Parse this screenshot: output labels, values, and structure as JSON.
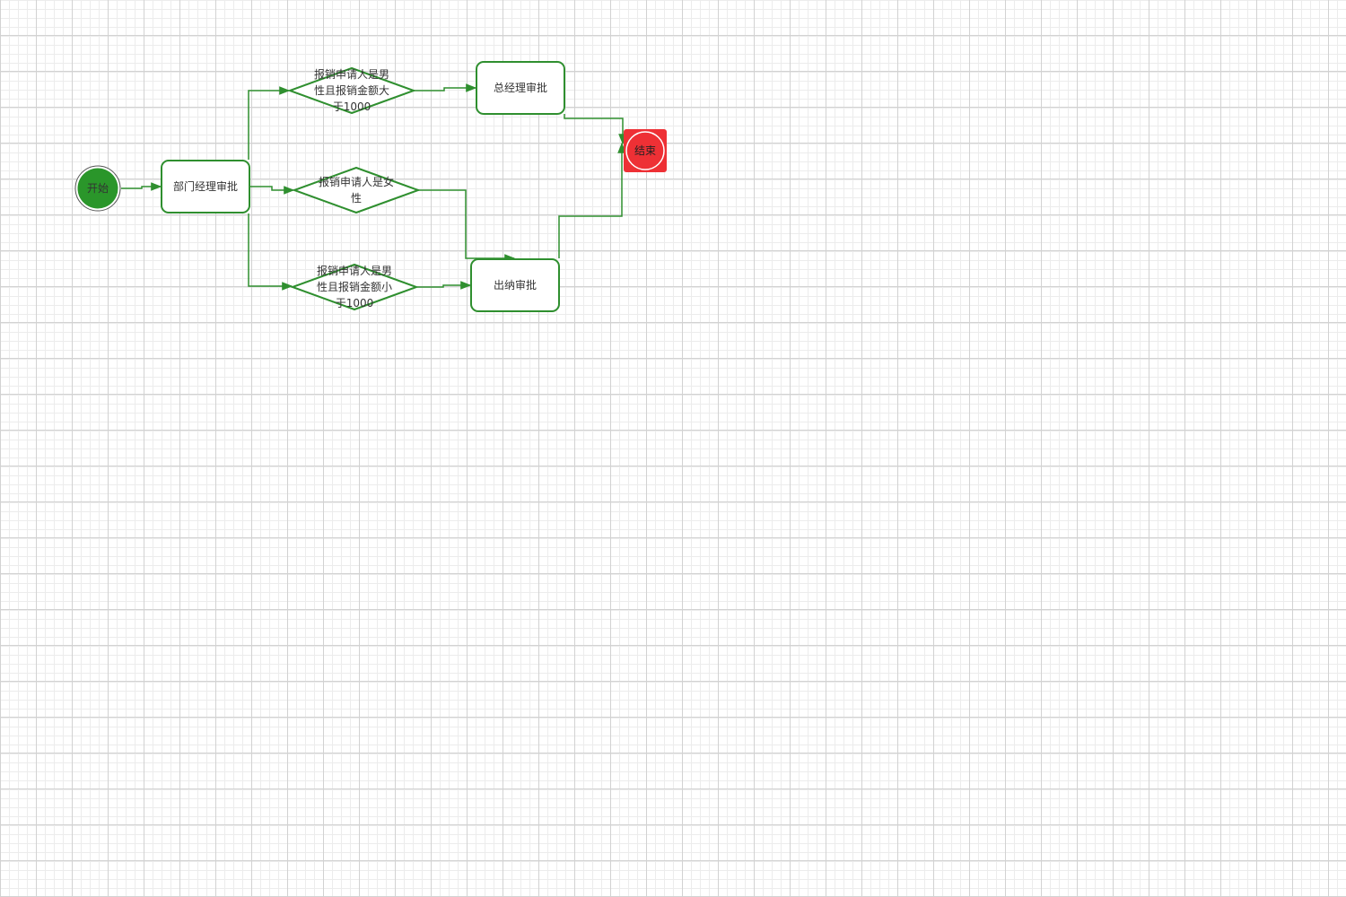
{
  "colors": {
    "stroke": "#2f8f2f",
    "start_fill": "#2a962a",
    "end_fill": "#ee3035",
    "node_fill": "#ffffff",
    "grid": "#d2d2d2"
  },
  "nodes": {
    "start": {
      "label": "开始",
      "shape": "circle"
    },
    "dept_approval": {
      "label": "部门经理审批",
      "shape": "rounded-rect"
    },
    "cond_male_gt": {
      "label": "报销申请人是男性且报销金额大于1000",
      "shape": "diamond"
    },
    "cond_female": {
      "label": "报销申请人是女性",
      "shape": "diamond"
    },
    "cond_male_lt": {
      "label": "报销申请人是男性且报销金额小于1000",
      "shape": "diamond"
    },
    "gm_approval": {
      "label": "总经理审批",
      "shape": "rounded-rect"
    },
    "cashier_approval": {
      "label": "出纳审批",
      "shape": "rounded-rect"
    },
    "end": {
      "label": "结束",
      "shape": "circle-in-square"
    }
  },
  "edges": [
    {
      "from": "start",
      "to": "dept_approval"
    },
    {
      "from": "dept_approval",
      "to": "cond_male_gt"
    },
    {
      "from": "dept_approval",
      "to": "cond_female"
    },
    {
      "from": "dept_approval",
      "to": "cond_male_lt"
    },
    {
      "from": "cond_male_gt",
      "to": "gm_approval"
    },
    {
      "from": "cond_female",
      "to": "cashier_approval"
    },
    {
      "from": "cond_male_lt",
      "to": "cashier_approval"
    },
    {
      "from": "gm_approval",
      "to": "end"
    },
    {
      "from": "cashier_approval",
      "to": "end"
    }
  ]
}
